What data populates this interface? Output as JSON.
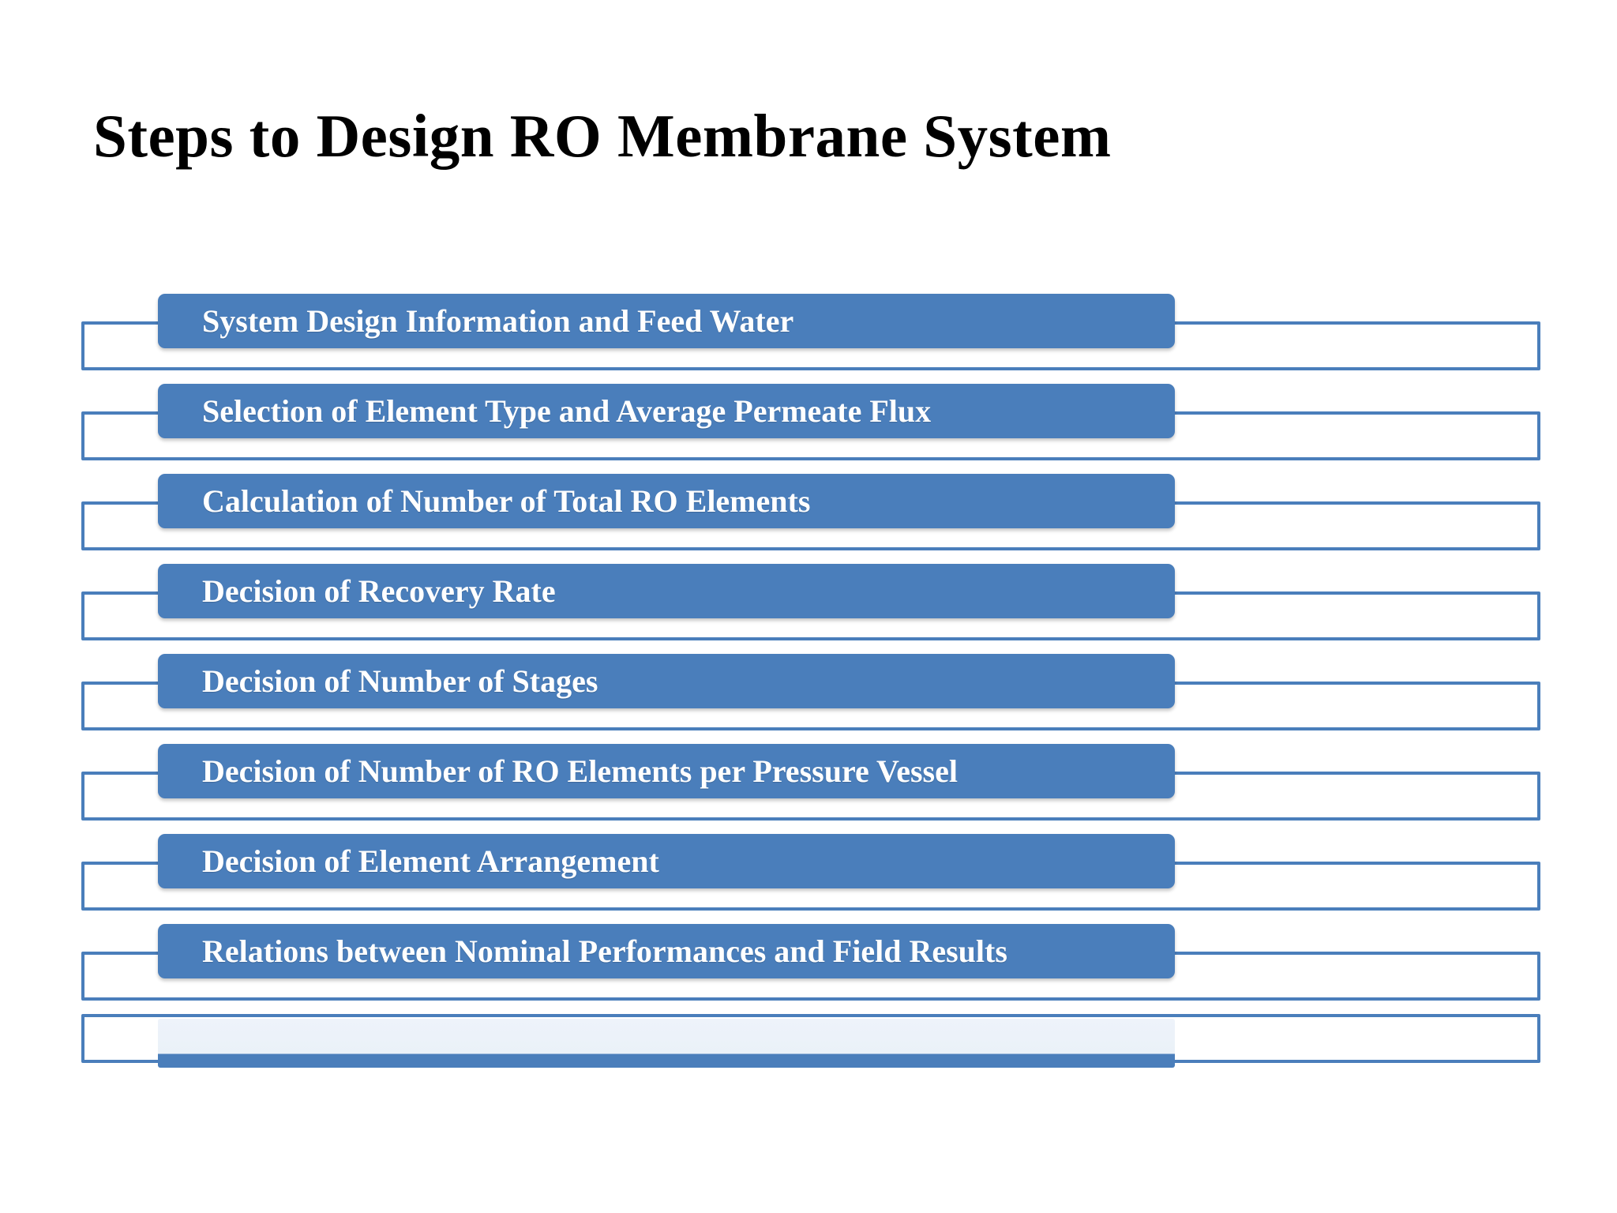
{
  "slide": {
    "title": "Steps to Design RO Membrane System",
    "background_color": "#ffffff",
    "accent_color": "#4a7ebb",
    "label_color": "#ffffff",
    "title_color": "#000000"
  },
  "steps": [
    {
      "label": "System Design Information and Feed Water",
      "blank": false
    },
    {
      "label": "Selection of Element Type and Average Permeate Flux",
      "blank": false
    },
    {
      "label": "Calculation of Number of Total RO Elements",
      "blank": false
    },
    {
      "label": "Decision of Recovery Rate",
      "blank": false
    },
    {
      "label": "Decision of Number of Stages",
      "blank": false
    },
    {
      "label": "Decision of Number of RO Elements per Pressure Vessel",
      "blank": false
    },
    {
      "label": "Decision of Element Arrangement",
      "blank": false
    },
    {
      "label": "Relations between Nominal Performances and Field Results",
      "blank": false
    },
    {
      "label": "",
      "blank": true
    }
  ]
}
